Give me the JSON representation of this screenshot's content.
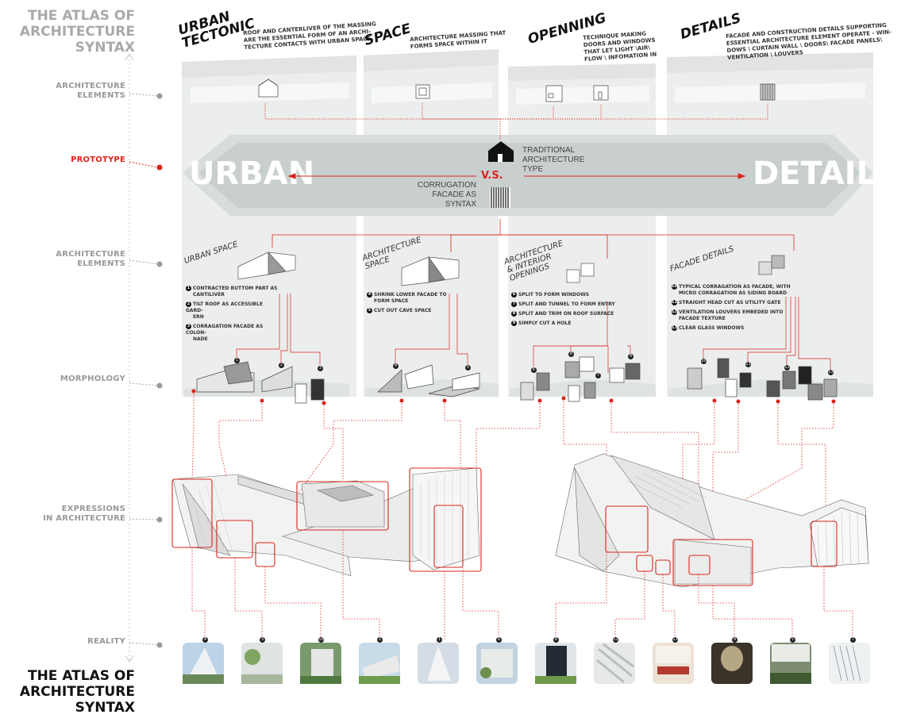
{
  "title_top": [
    "THE ATLAS OF",
    "ARCHITECTURE",
    "SYNTAX"
  ],
  "title_bottom": [
    "THE ATLAS OF",
    "ARCHITECTURE",
    "SYNTAX"
  ],
  "row_labels": {
    "arch_elements_1": [
      "ARCHITECTURE",
      "ELEMENTS"
    ],
    "prototype": "PROTOTYPE",
    "arch_elements_2": [
      "ARCHITECTURE",
      "ELEMENTS"
    ],
    "morphology": "MORPHOLOGY",
    "expressions": [
      "EXPRESSIONS",
      "IN ARCHITECTURE"
    ],
    "reality": "REALITY"
  },
  "columns": [
    {
      "head": [
        "URBAN",
        "TECTONIC"
      ],
      "desc": [
        "ROOF AND CANTERLIVER OF THE MASSING",
        "ARE THE ESSENTIAL FORM OF AN ARCHI-",
        "TECTURE CONTACTS WITH URBAN SPACE"
      ]
    },
    {
      "head": [
        "SPACE"
      ],
      "desc": [
        "ARCHITECTURE MASSING THAT",
        "FORMS SPACE WITHIN IT"
      ]
    },
    {
      "head": [
        "OPENNING"
      ],
      "desc": [
        "TECHNIQUE MAKING",
        "DOORS AND WINDOWS",
        "THAT LET LIGHT \\AIR\\",
        "FLOW \\ INFOMATION IN"
      ]
    },
    {
      "head": [
        "DETAILS"
      ],
      "desc": [
        "FACADE AND CONSTRUCTION DETAILS SUPPORTING",
        "ESSENTIAL ARCHITECTURE ELEMENT OPERATE - WIN-",
        "DOWS \\ CURTAIN WALL \\ DOORS\\ FACADE PANELS\\",
        "VENTILATION \\ LOUVERS"
      ]
    }
  ],
  "prototype": {
    "left_word": "URBAN",
    "right_word": "DETAILS",
    "vs": "V.S.",
    "traditional": [
      "TRADITIONAL",
      "ARCHITECTURE",
      "TYPE"
    ],
    "corrugation": [
      "CORRUGATION",
      "FACADE AS",
      "SYNTAX"
    ]
  },
  "sub_panels": [
    {
      "head": [
        "URBAN SPACE"
      ],
      "items": [
        {
          "n": "1",
          "text": [
            "CONTRACTED  BUTTOM PART AS",
            "CANTILIVER"
          ]
        },
        {
          "n": "2",
          "text": [
            "TILT ROOF AS ACCESSIBLE GARD-",
            "ERN"
          ]
        },
        {
          "n": "3",
          "text": [
            "CORRAGATION FACADE AS COLON-",
            "NADE"
          ]
        }
      ]
    },
    {
      "head": [
        "ARCHITECTURE",
        "SPACE"
      ],
      "items": [
        {
          "n": "4",
          "text": [
            "SHRINK LOWER FACADE TO",
            "FORM SPACE"
          ]
        },
        {
          "n": "5",
          "text": [
            "CUT OUT CAVE SPACE"
          ]
        }
      ]
    },
    {
      "head": [
        "ARCHITECTURE",
        "& INTERIOR",
        "OPENINGS"
      ],
      "items": [
        {
          "n": "6",
          "text": [
            "SPLIT TO FORM WINDOWS"
          ]
        },
        {
          "n": "7",
          "text": [
            "SPLIT AND TUNNEL TO FORM ENTRY"
          ]
        },
        {
          "n": "8",
          "text": [
            "SPLIT AND TRIM ON ROOF  SURFACE"
          ]
        },
        {
          "n": "9",
          "text": [
            "SIMPLY CUT A HOLE"
          ]
        }
      ]
    },
    {
      "head": [
        "FACADE DETAILS"
      ],
      "items": [
        {
          "n": "10",
          "text": [
            "TYPICAL CORRAGATION AS FACADE, WITH",
            "MICRO CORRAGATION AS SIDING BOARD"
          ]
        },
        {
          "n": "11",
          "text": [
            "STRAIGHT HEAD CUT AS UTILITY GATE"
          ]
        },
        {
          "n": "12",
          "text": [
            "VENTILATION LOUVERS EMBEDED INTO",
            "FACADE TEXTURE"
          ]
        },
        {
          "n": "13",
          "text": [
            "CLEAR GLASS WINDOWS"
          ]
        }
      ]
    }
  ],
  "morph_badges": [
    "1",
    "2",
    "3",
    "4",
    "5",
    "6",
    "8",
    "7",
    "9",
    "10",
    "11",
    "12",
    "13"
  ],
  "reality_badges": [
    "4",
    "3",
    "10",
    "2",
    "1",
    "6",
    "8",
    "12",
    "13",
    "9",
    "5",
    "7"
  ],
  "colors": {
    "accent": "#d9251c",
    "panel": "#eceeee",
    "band": "#dcdfdf",
    "dark": "#111111",
    "grey_text": "#a9a9a9"
  }
}
